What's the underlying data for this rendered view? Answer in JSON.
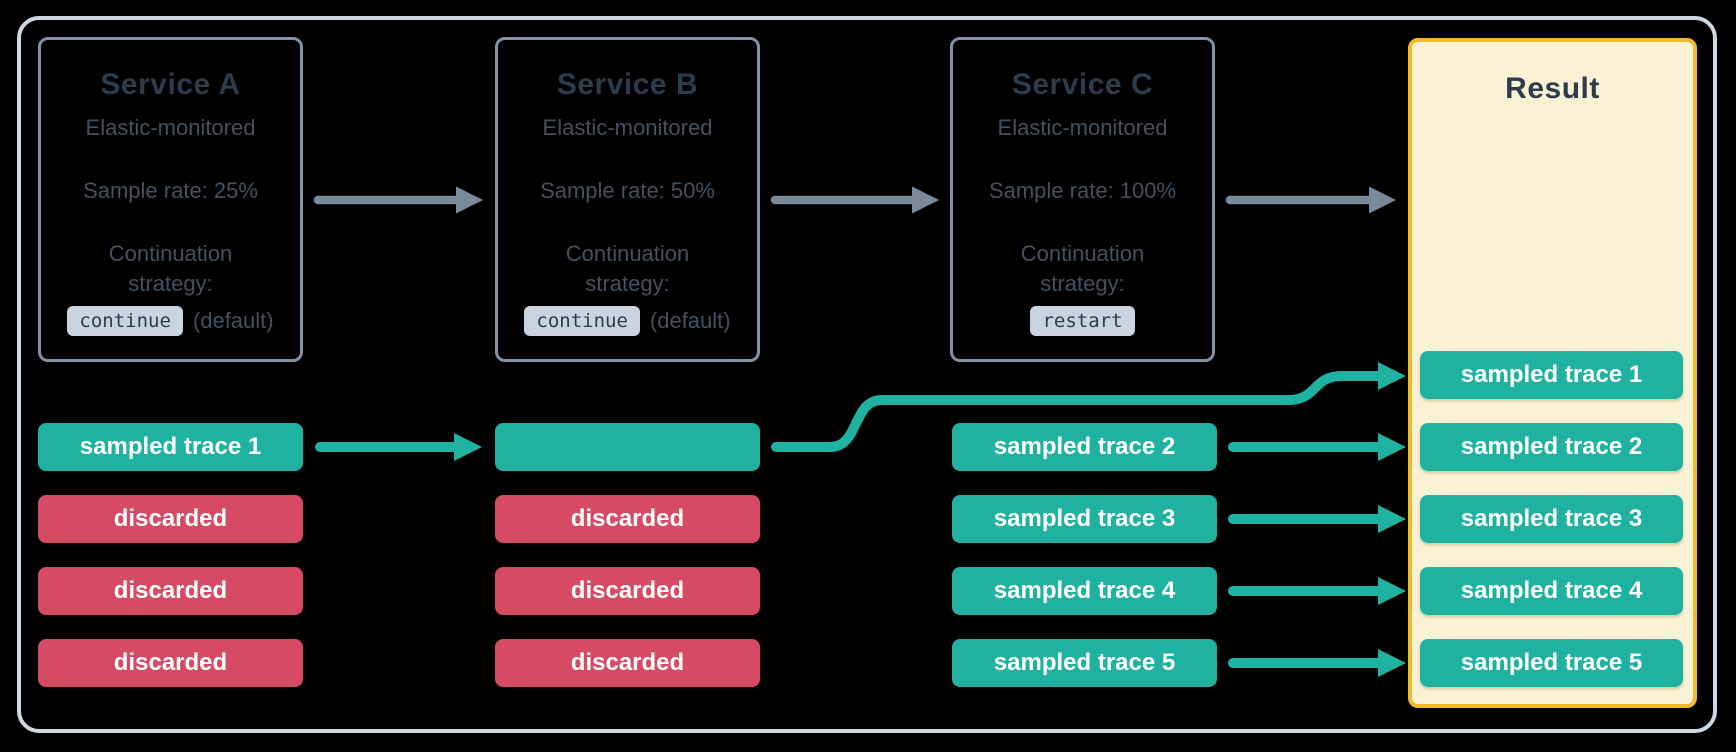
{
  "colors": {
    "background": "#000000",
    "frame_border": "#cdd8e2",
    "box_border": "#8493a3",
    "title_text": "#2d3c4b",
    "body_text": "#43525f",
    "chip_bg": "#c9d4de",
    "teal": "#1fb2a0",
    "red": "#d64a63",
    "gray_arrow": "#7b8a9a",
    "result_border": "#f2b82e",
    "result_bg": "#fbf2d5",
    "pill_text": "#ffffff"
  },
  "services": [
    {
      "title": "Service A",
      "monitoring": "Elastic-monitored",
      "sample_rate": "Sample rate: 25%",
      "continuation_line1": "Continuation",
      "continuation_line2": "strategy:",
      "strategy_value": "continue",
      "strategy_note": "(default)"
    },
    {
      "title": "Service B",
      "monitoring": "Elastic-monitored",
      "sample_rate": "Sample rate: 50%",
      "continuation_line1": "Continuation",
      "continuation_line2": "strategy:",
      "strategy_value": "continue",
      "strategy_note": "(default)"
    },
    {
      "title": "Service C",
      "monitoring": "Elastic-monitored",
      "sample_rate": "Sample rate: 100%",
      "continuation_line1": "Continuation",
      "continuation_line2": "strategy:",
      "strategy_value": "restart",
      "strategy_note": ""
    }
  ],
  "traces": {
    "service_a": [
      {
        "label": "sampled trace 1",
        "type": "sampled"
      },
      {
        "label": "discarded",
        "type": "discarded"
      },
      {
        "label": "discarded",
        "type": "discarded"
      },
      {
        "label": "discarded",
        "type": "discarded"
      }
    ],
    "service_b": [
      {
        "label": "",
        "type": "sampled"
      },
      {
        "label": "discarded",
        "type": "discarded"
      },
      {
        "label": "discarded",
        "type": "discarded"
      },
      {
        "label": "discarded",
        "type": "discarded"
      }
    ],
    "service_c": [
      {
        "label": "sampled trace 2",
        "type": "sampled"
      },
      {
        "label": "sampled trace 3",
        "type": "sampled"
      },
      {
        "label": "sampled trace 4",
        "type": "sampled"
      },
      {
        "label": "sampled trace 5",
        "type": "sampled"
      }
    ]
  },
  "result": {
    "title": "Result",
    "pills": [
      {
        "label": "sampled trace 1"
      },
      {
        "label": "sampled trace 2"
      },
      {
        "label": "sampled trace 3"
      },
      {
        "label": "sampled trace 4"
      },
      {
        "label": "sampled trace 5"
      }
    ]
  }
}
